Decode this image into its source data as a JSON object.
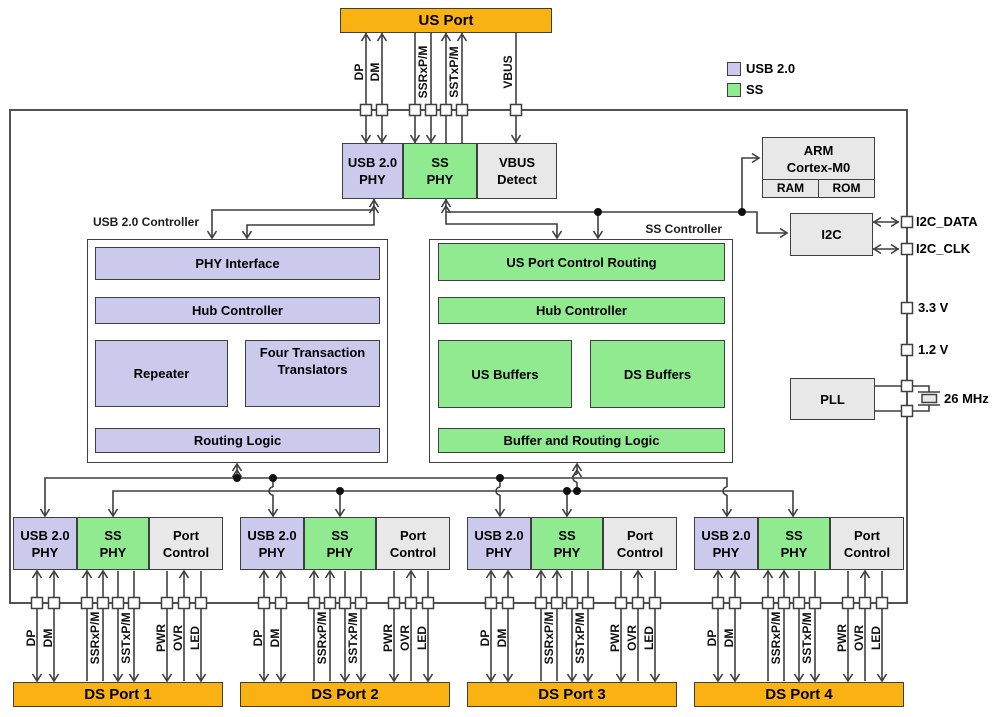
{
  "legend": {
    "items": [
      {
        "label": "USB 2.0",
        "color": "#cbc9ec"
      },
      {
        "label": "SS",
        "color": "#90eb90"
      }
    ]
  },
  "us_port": {
    "label": "US Port",
    "signals": [
      "DP",
      "DM",
      "SSRxP/M",
      "SSTxP/M",
      "VBUS"
    ]
  },
  "top_blocks": {
    "usb2_phy": "USB 2.0\nPHY",
    "ss_phy": "SS\nPHY",
    "vbus_detect": "VBUS\nDetect"
  },
  "mcu": {
    "title": "ARM\nCortex-M0",
    "ram": "RAM",
    "rom": "ROM"
  },
  "i2c": {
    "label": "I2C"
  },
  "pll": {
    "label": "PLL"
  },
  "right_pins": {
    "i2c_data": "I2C_DATA",
    "i2c_clk": "I2C_CLK",
    "v_3p3": "3.3 V",
    "v_1p2": "1.2 V",
    "xtal": "26 MHz"
  },
  "usb2_controller": {
    "title": "USB 2.0 Controller",
    "phy_interface": "PHY Interface",
    "hub_controller": "Hub Controller",
    "repeater": "Repeater",
    "transaction_translators": "Four Transaction\nTranslators",
    "routing_logic": "Routing Logic"
  },
  "ss_controller": {
    "title": "SS Controller",
    "us_port_control_routing": "US Port Control Routing",
    "hub_controller": "Hub Controller",
    "us_buffers": "US Buffers",
    "ds_buffers": "DS Buffers",
    "buffer_and_routing_logic": "Buffer and Routing Logic"
  },
  "ports": [
    {
      "name": "DS Port 1",
      "usb2_phy": "USB 2.0\nPHY",
      "ss_phy": "SS\nPHY",
      "port_control": "Port\nControl",
      "signals": [
        "DP",
        "DM",
        "SSRxP/M",
        "SSTxP/M",
        "PWR",
        "OVR",
        "LED"
      ]
    },
    {
      "name": "DS Port 2",
      "usb2_phy": "USB 2.0\nPHY",
      "ss_phy": "SS\nPHY",
      "port_control": "Port\nControl",
      "signals": [
        "DP",
        "DM",
        "SSRxP/M",
        "SSTxP/M",
        "PWR",
        "OVR",
        "LED"
      ]
    },
    {
      "name": "DS Port 3",
      "usb2_phy": "USB 2.0\nPHY",
      "ss_phy": "SS\nPHY",
      "port_control": "Port\nControl",
      "signals": [
        "DP",
        "DM",
        "SSRxP/M",
        "SSTxP/M",
        "PWR",
        "OVR",
        "LED"
      ]
    },
    {
      "name": "DS Port 4",
      "usb2_phy": "USB 2.0\nPHY",
      "ss_phy": "SS\nPHY",
      "port_control": "Port\nControl",
      "signals": [
        "DP",
        "DM",
        "SSRxP/M",
        "SSTxP/M",
        "PWR",
        "OVR",
        "LED"
      ]
    }
  ]
}
